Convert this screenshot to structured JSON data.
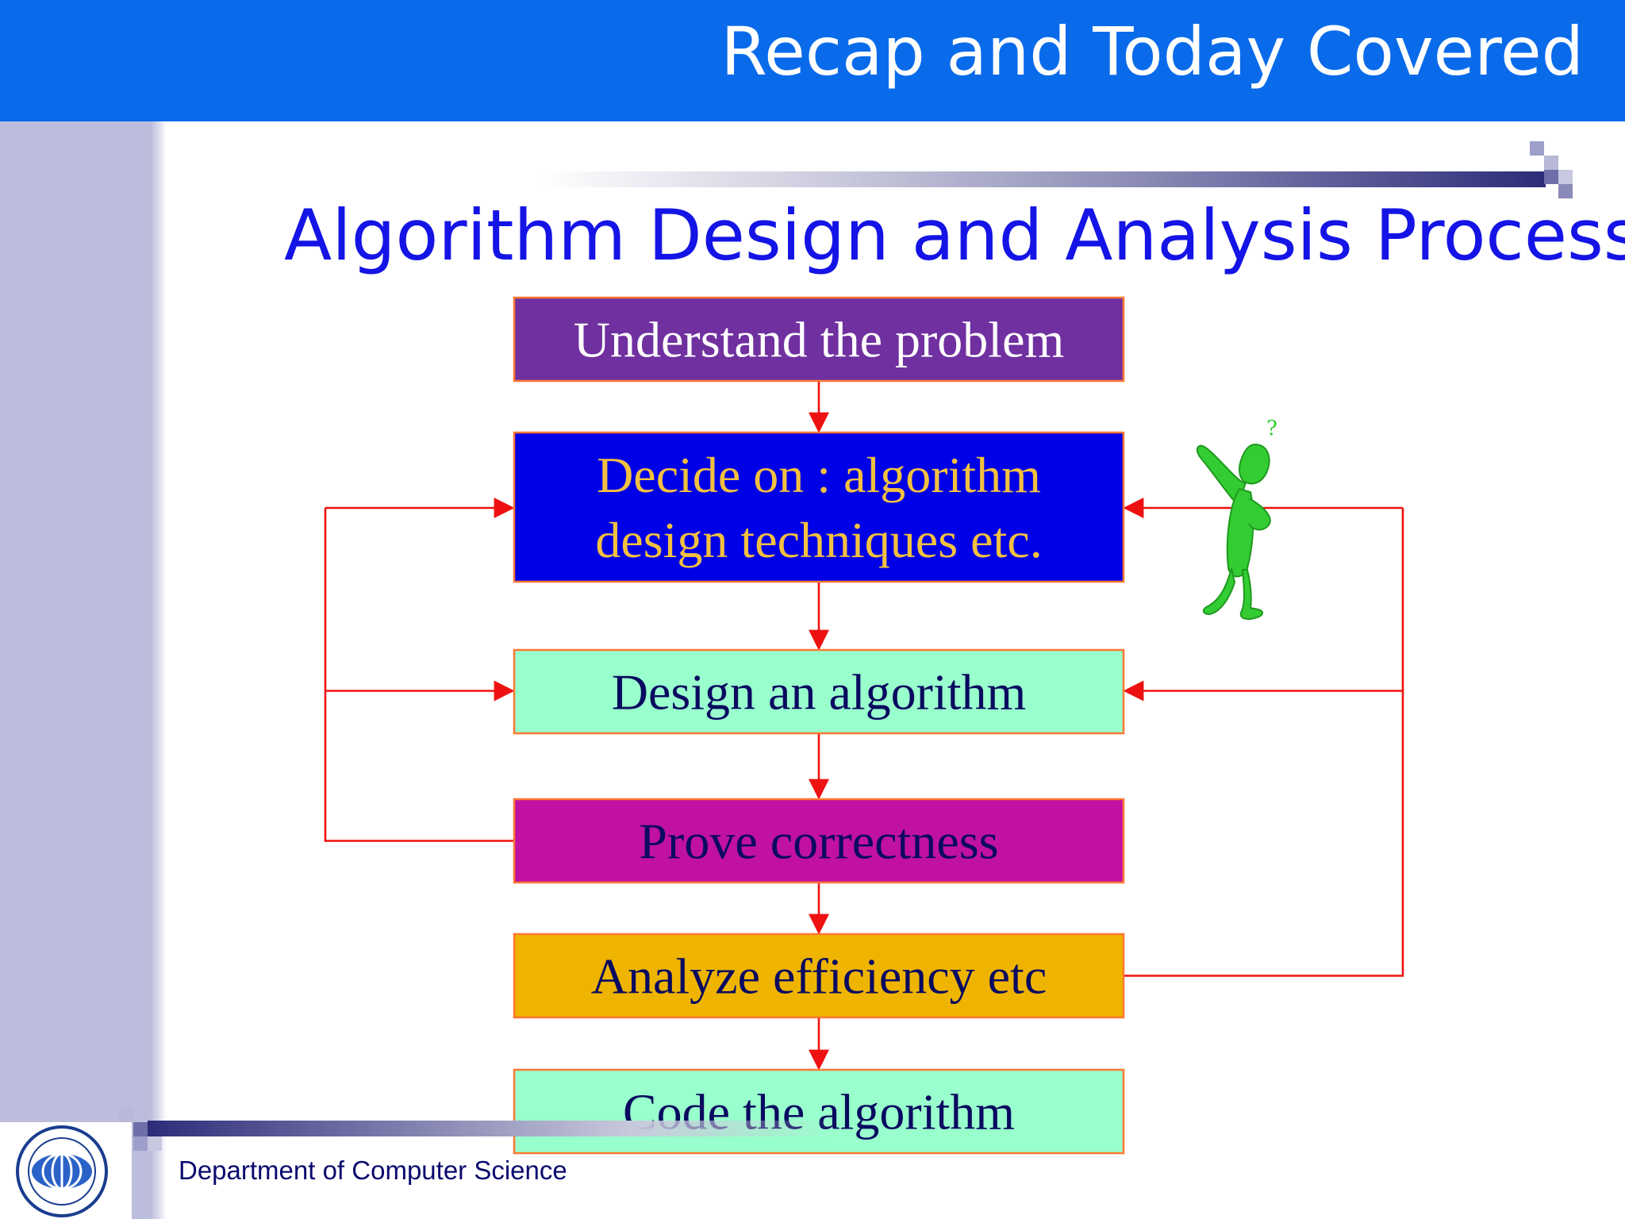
{
  "header": {
    "title": "Recap and Today Covered"
  },
  "slide": {
    "title": "Algorithm Design and Analysis Process"
  },
  "steps": [
    {
      "lines": [
        "Understand the problem"
      ],
      "fill": "#7030a0",
      "text_color": "#ffffff"
    },
    {
      "lines": [
        "Decide on : algorithm",
        "design techniques etc."
      ],
      "fill": "#0000e6",
      "text_color": "#f2c040"
    },
    {
      "lines": [
        "Design an algorithm"
      ],
      "fill": "#99ffcc",
      "text_color": "#0a0a60"
    },
    {
      "lines": [
        "Prove correctness"
      ],
      "fill": "#c011a0",
      "text_color": "#0a0a60"
    },
    {
      "lines": [
        "Analyze efficiency etc"
      ],
      "fill": "#eeb400",
      "text_color": "#0a0a60"
    },
    {
      "lines": [
        "Code the algorithm"
      ],
      "fill": "#99ffcc",
      "text_color": "#0a0a60"
    }
  ],
  "colors": {
    "header": "#0a6bea",
    "title": "#1414e6",
    "arrow": "#ee1111",
    "box_border": "#ff7733",
    "figure": "#33cc33"
  },
  "figure": {
    "icon": "thinking-figure-icon",
    "mark": "?"
  },
  "footer": {
    "department": "Department of Computer Science",
    "logo_icon": "university-seal-icon"
  }
}
